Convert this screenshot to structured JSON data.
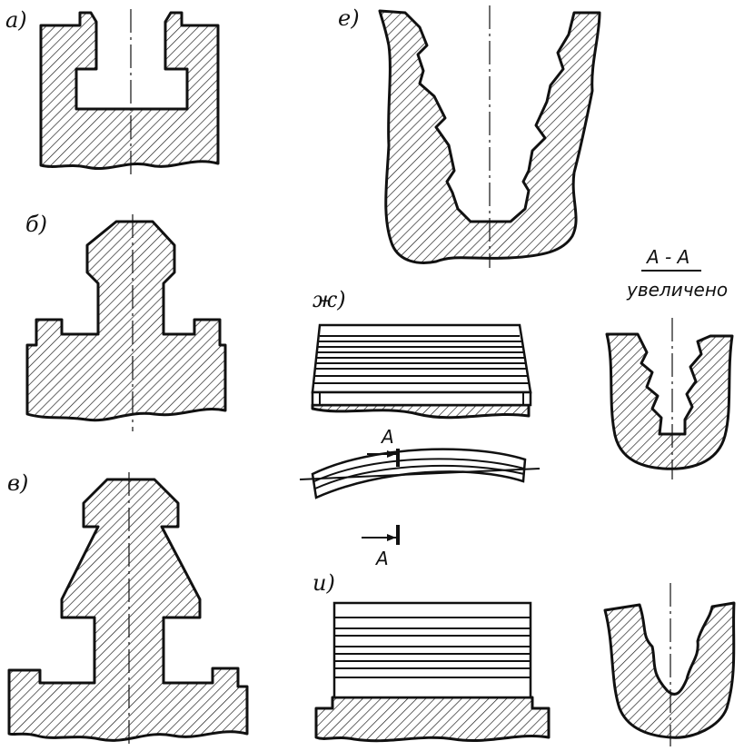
{
  "labels": {
    "a": "а)",
    "b": "б)",
    "v": "в)",
    "e": "е)",
    "zh": "ж)",
    "i": "и)",
    "section_title": "А - А",
    "section_subtitle": "увеличено",
    "cut_top": "А",
    "cut_bottom": "А"
  }
}
